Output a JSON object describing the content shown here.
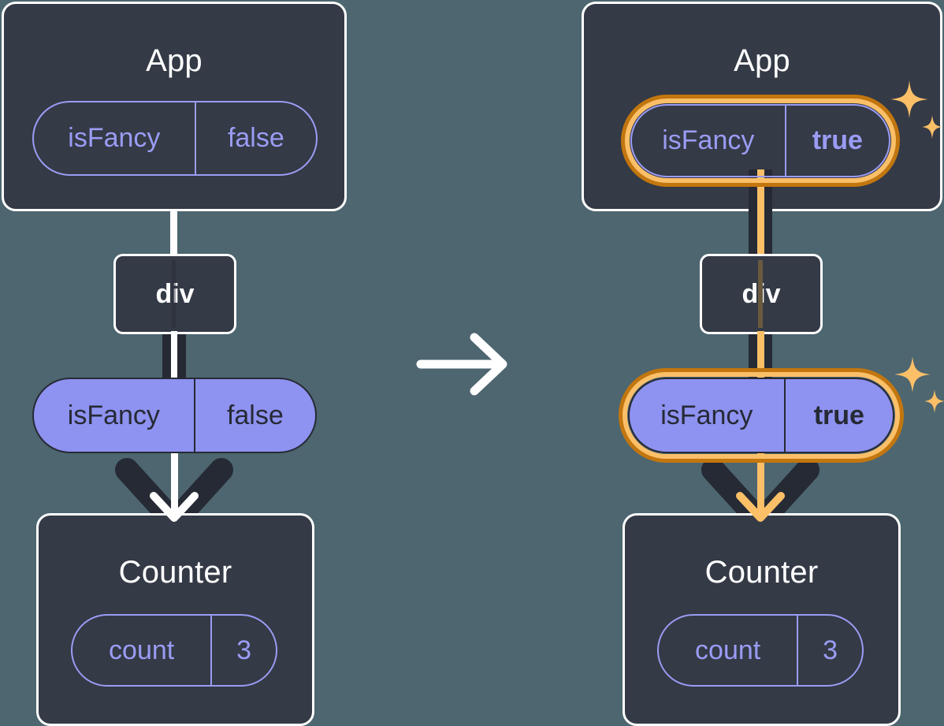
{
  "diagram": {
    "title": "React state update propagation: isFancy false to true",
    "background_color": "#4d6670",
    "panel_color": "#343a46",
    "pill_fill_color": "#8e92f0",
    "pill_outline_color": "#9a9cf4",
    "highlight_outer_color": "#c2760f",
    "highlight_inner_color": "#fbbf68",
    "dark_line_color": "#262a35",
    "white_color": "#ffffff",
    "transition_icon": "right-arrow-icon"
  },
  "before": {
    "app": {
      "title": "App",
      "state_pill": {
        "label": "isFancy",
        "value": "false",
        "highlighted": false
      }
    },
    "div": {
      "label": "div"
    },
    "props_pill": {
      "label": "isFancy",
      "value": "false",
      "highlighted": false
    },
    "counter": {
      "title": "Counter",
      "state_pill": {
        "label": "count",
        "value": "3",
        "highlighted": false
      }
    }
  },
  "after": {
    "app": {
      "title": "App",
      "state_pill": {
        "label": "isFancy",
        "value": "true",
        "highlighted": true,
        "sparkle": "sparkle-icon"
      }
    },
    "div": {
      "label": "div"
    },
    "props_pill": {
      "label": "isFancy",
      "value": "true",
      "highlighted": true,
      "sparkle": "sparkle-icon"
    },
    "counter": {
      "title": "Counter",
      "state_pill": {
        "label": "count",
        "value": "3",
        "highlighted": false
      }
    }
  }
}
